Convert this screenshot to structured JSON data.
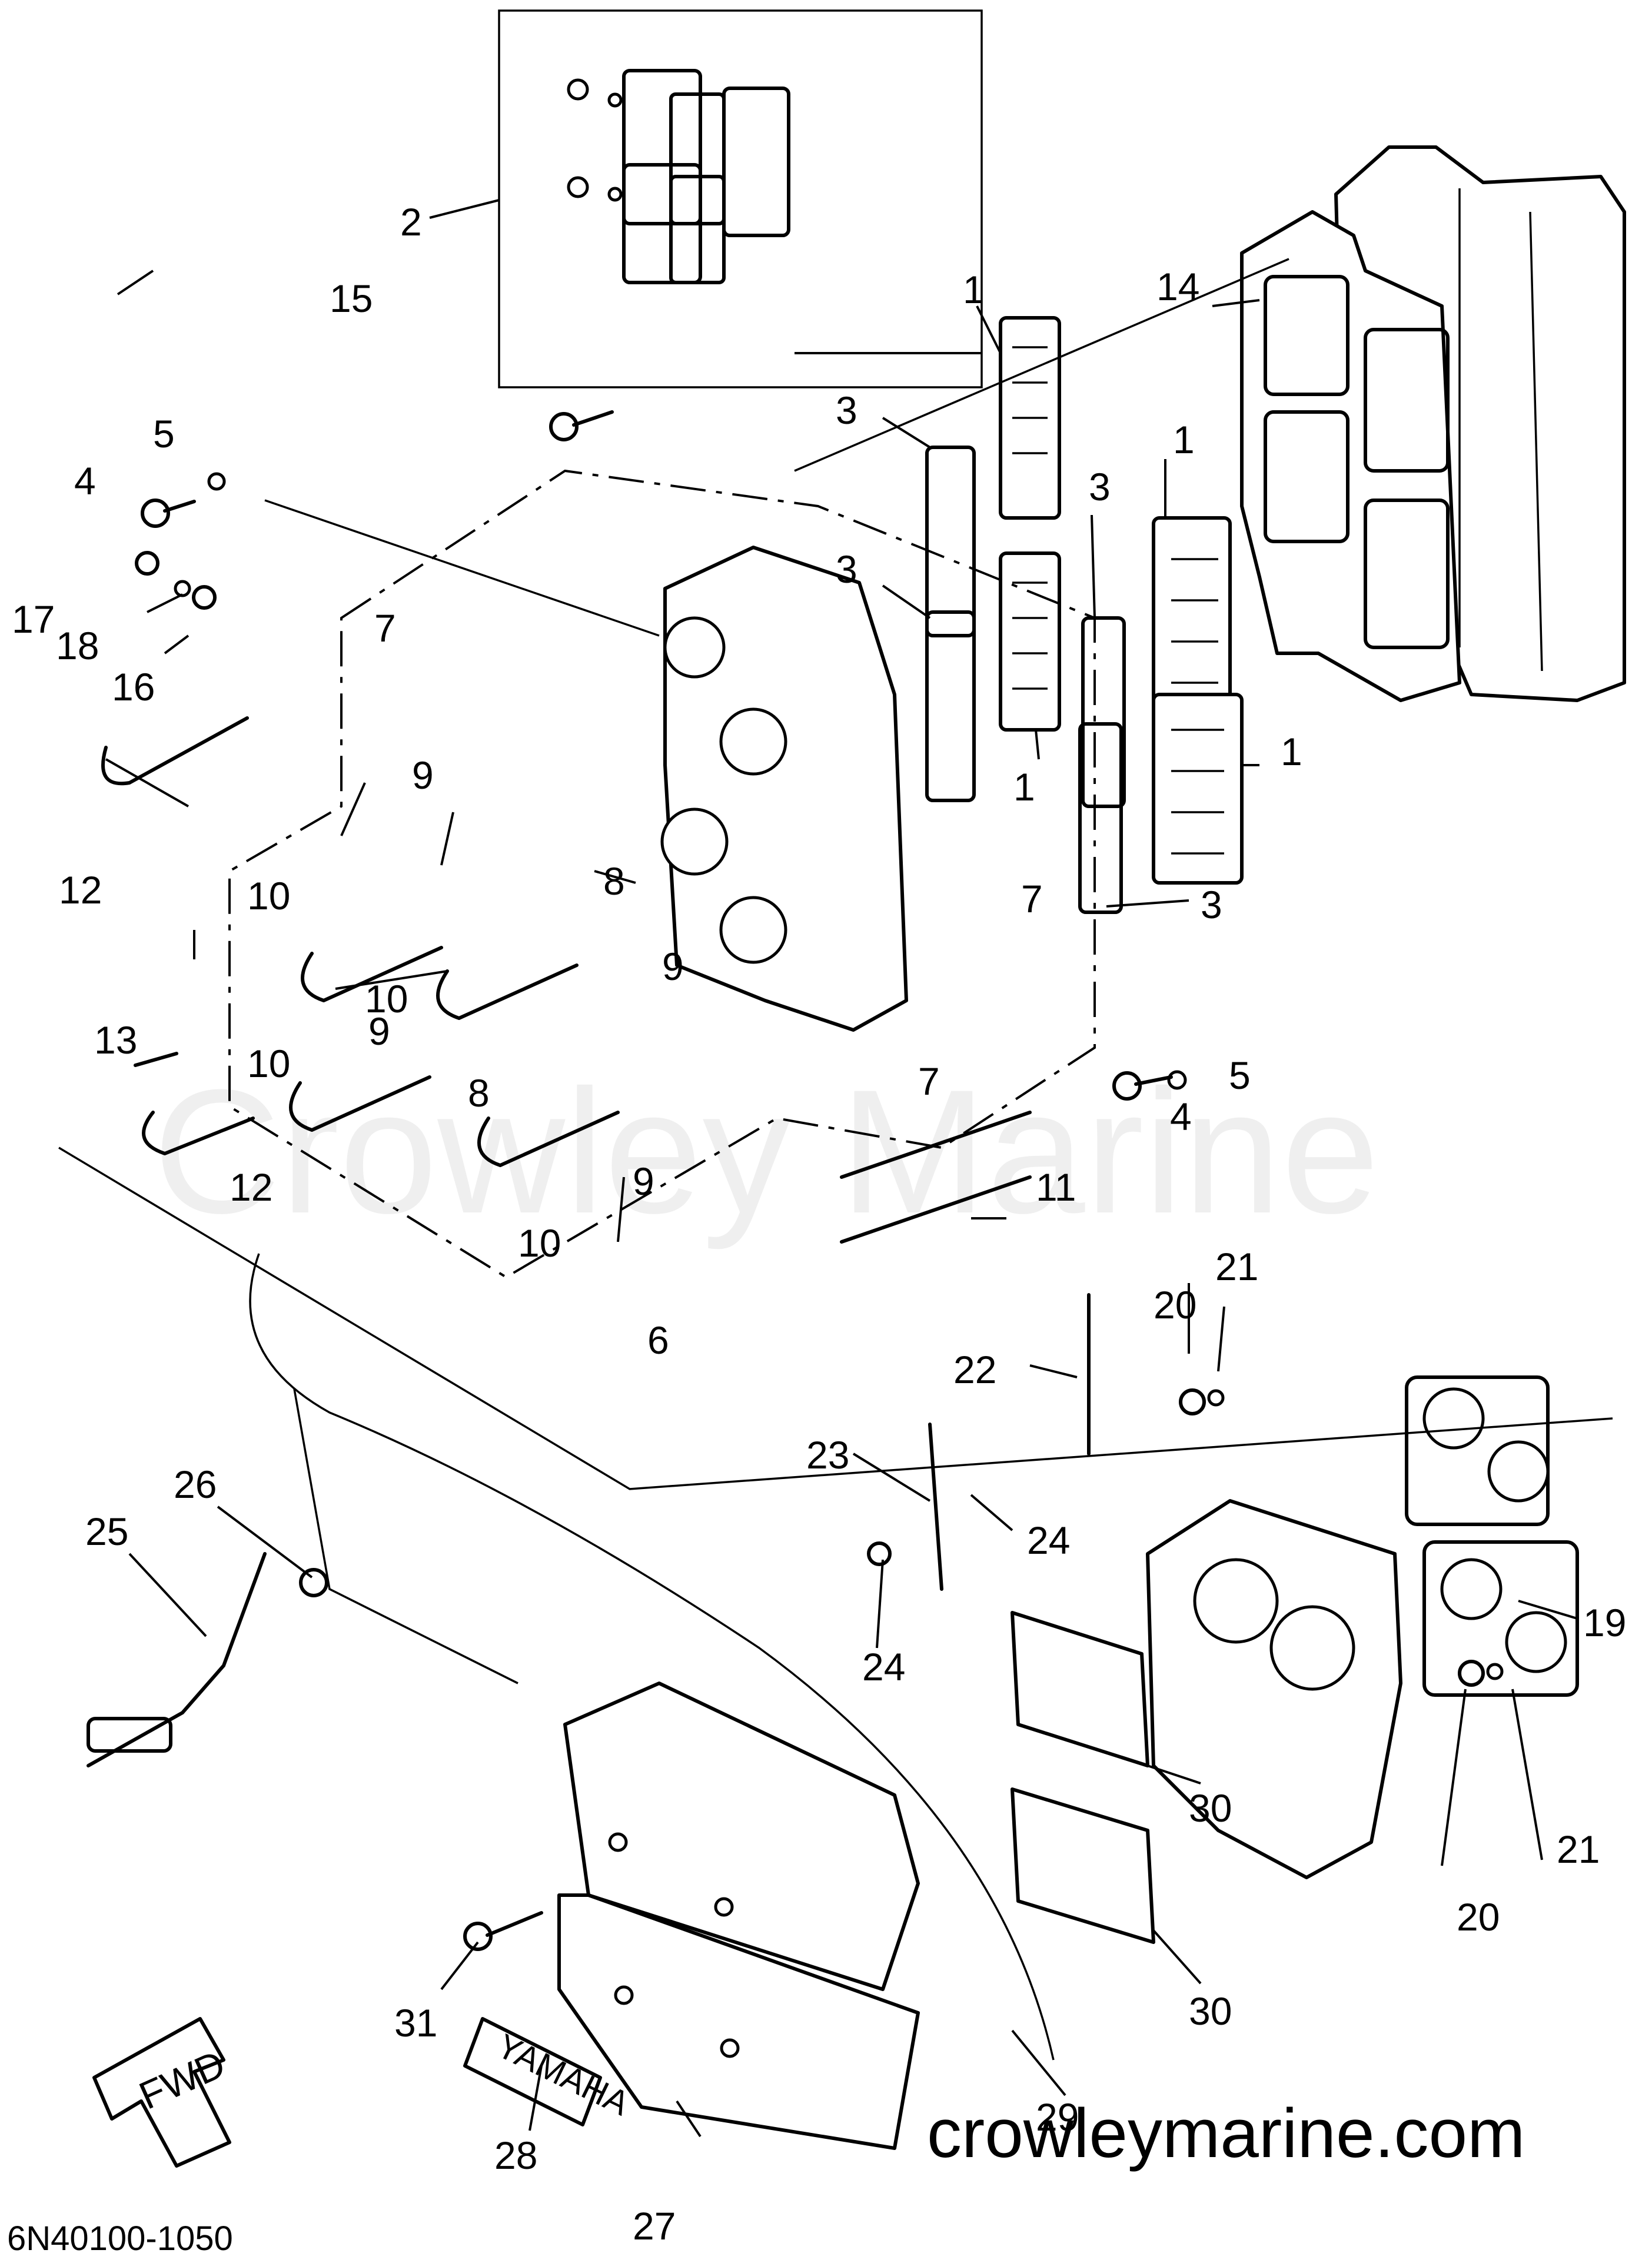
{
  "diagram": {
    "part_code": "6N40100-1050",
    "website": "crowleymarine.com",
    "watermark": "Crowley Marine",
    "fwd_label": "FWD",
    "brand_decal": "YAMAHA",
    "callouts": [
      {
        "n": "1"
      },
      {
        "n": "1"
      },
      {
        "n": "1"
      },
      {
        "n": "1"
      },
      {
        "n": "2"
      },
      {
        "n": "3"
      },
      {
        "n": "3"
      },
      {
        "n": "3"
      },
      {
        "n": "3"
      },
      {
        "n": "4"
      },
      {
        "n": "4"
      },
      {
        "n": "5"
      },
      {
        "n": "5"
      },
      {
        "n": "6"
      },
      {
        "n": "7"
      },
      {
        "n": "7"
      },
      {
        "n": "7"
      },
      {
        "n": "8"
      },
      {
        "n": "8"
      },
      {
        "n": "9"
      },
      {
        "n": "9"
      },
      {
        "n": "9"
      },
      {
        "n": "9"
      },
      {
        "n": "10"
      },
      {
        "n": "10"
      },
      {
        "n": "10"
      },
      {
        "n": "10"
      },
      {
        "n": "11"
      },
      {
        "n": "12"
      },
      {
        "n": "12"
      },
      {
        "n": "13"
      },
      {
        "n": "14"
      },
      {
        "n": "15"
      },
      {
        "n": "16"
      },
      {
        "n": "17"
      },
      {
        "n": "18"
      },
      {
        "n": "19"
      },
      {
        "n": "20"
      },
      {
        "n": "20"
      },
      {
        "n": "21"
      },
      {
        "n": "21"
      },
      {
        "n": "22"
      },
      {
        "n": "23"
      },
      {
        "n": "24"
      },
      {
        "n": "24"
      },
      {
        "n": "25"
      },
      {
        "n": "26"
      },
      {
        "n": "27"
      },
      {
        "n": "28"
      },
      {
        "n": "29"
      },
      {
        "n": "30"
      },
      {
        "n": "30"
      },
      {
        "n": "31"
      }
    ]
  }
}
